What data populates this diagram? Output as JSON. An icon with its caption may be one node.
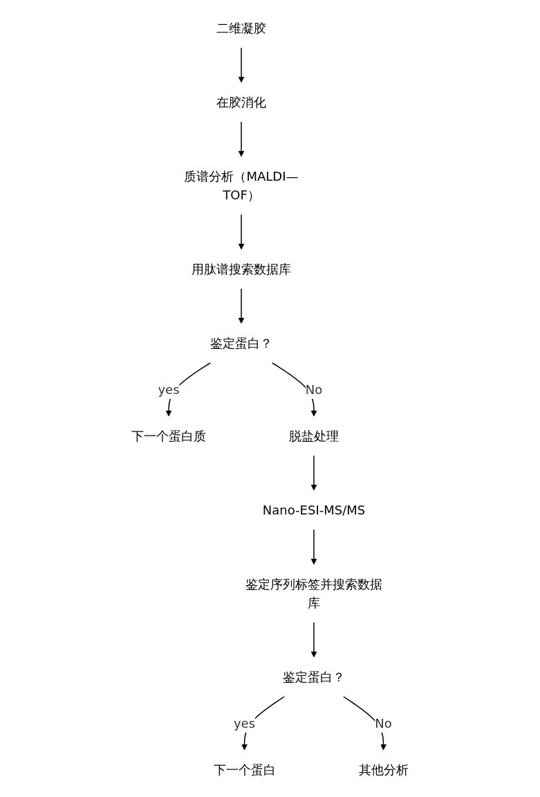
{
  "diagram": {
    "nodes": [
      {
        "text": [
          "二维凝胶"
        ]
      },
      {
        "text": [
          "在胶消化"
        ]
      },
      {
        "text": [
          "质谱分析（MALDI—TOF）"
        ]
      },
      {
        "text": [
          "用肽谱搜索数据库"
        ]
      },
      {
        "text": [
          "鉴定蛋白？"
        ]
      },
      {
        "text": [
          "下一个蛋白质"
        ]
      },
      {
        "text": [
          "脱盐处理"
        ]
      },
      {
        "text": [
          "Nano-ESI-MS/MS"
        ]
      },
      {
        "text": [
          "鉴定序列标签并搜索数据库"
        ]
      },
      {
        "text": [
          "鉴定蛋白？"
        ]
      },
      {
        "text": [
          "下一个蛋白"
        ]
      },
      {
        "text": [
          "其他分析"
        ]
      }
    ],
    "edges": [
      {
        "from": 0,
        "to": 1,
        "arrow": "to"
      },
      {
        "from": 1,
        "to": 2,
        "arrow": "to"
      },
      {
        "from": 2,
        "to": 3,
        "arrow": "to"
      },
      {
        "from": 3,
        "to": 4,
        "arrow": "to"
      },
      {
        "from": 4,
        "to": 5,
        "arrow": "to",
        "label": "yes"
      },
      {
        "from": 4,
        "to": 6,
        "arrow": "to",
        "label": "No"
      },
      {
        "from": 6,
        "to": 7,
        "arrow": "to"
      },
      {
        "from": 7,
        "to": 8,
        "arrow": "to"
      },
      {
        "from": 8,
        "to": 9,
        "arrow": "to"
      },
      {
        "from": 9,
        "to": 10,
        "arrow": "to",
        "label": "yes"
      },
      {
        "from": 9,
        "to": 11,
        "arrow": "to",
        "label": "No"
      }
    ]
  }
}
